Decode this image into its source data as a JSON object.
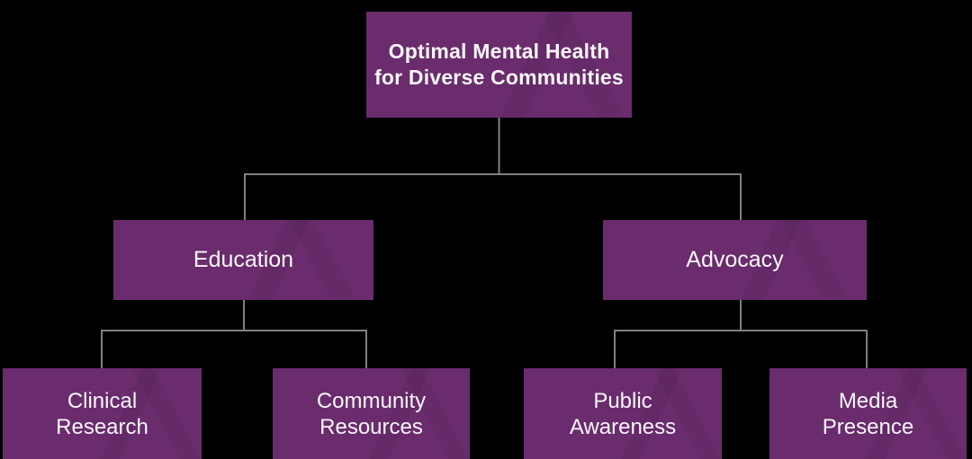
{
  "theme": {
    "background": "#000000",
    "node_fill": "#6A2C6D",
    "node_text": "#FAF6FA",
    "connector": "#7E7F82"
  },
  "diagram": {
    "type": "org-chart",
    "root": {
      "label_lines": [
        "Optimal Mental Health",
        "for Diverse Communities"
      ],
      "children": [
        {
          "label": "Education",
          "children": [
            {
              "label_lines": [
                "Clinical",
                "Research"
              ]
            },
            {
              "label_lines": [
                "Community",
                "Resources"
              ]
            }
          ]
        },
        {
          "label": "Advocacy",
          "children": [
            {
              "label_lines": [
                "Public",
                "Awareness"
              ]
            },
            {
              "label_lines": [
                "Media",
                "Presence"
              ]
            }
          ]
        }
      ]
    }
  }
}
